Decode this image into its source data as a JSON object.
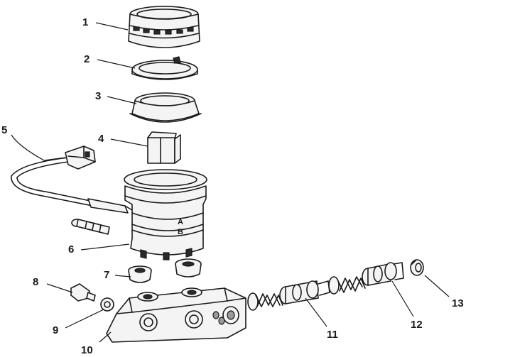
{
  "callouts": {
    "c1": "1",
    "c2": "2",
    "c3": "3",
    "c4": "4",
    "c5": "5",
    "c6": "6",
    "c7": "7",
    "c8": "8",
    "c9": "9",
    "c10": "10",
    "c11": "11",
    "c12": "12",
    "c13": "13"
  },
  "reservoir_marks": {
    "a": "A",
    "b": "B"
  }
}
